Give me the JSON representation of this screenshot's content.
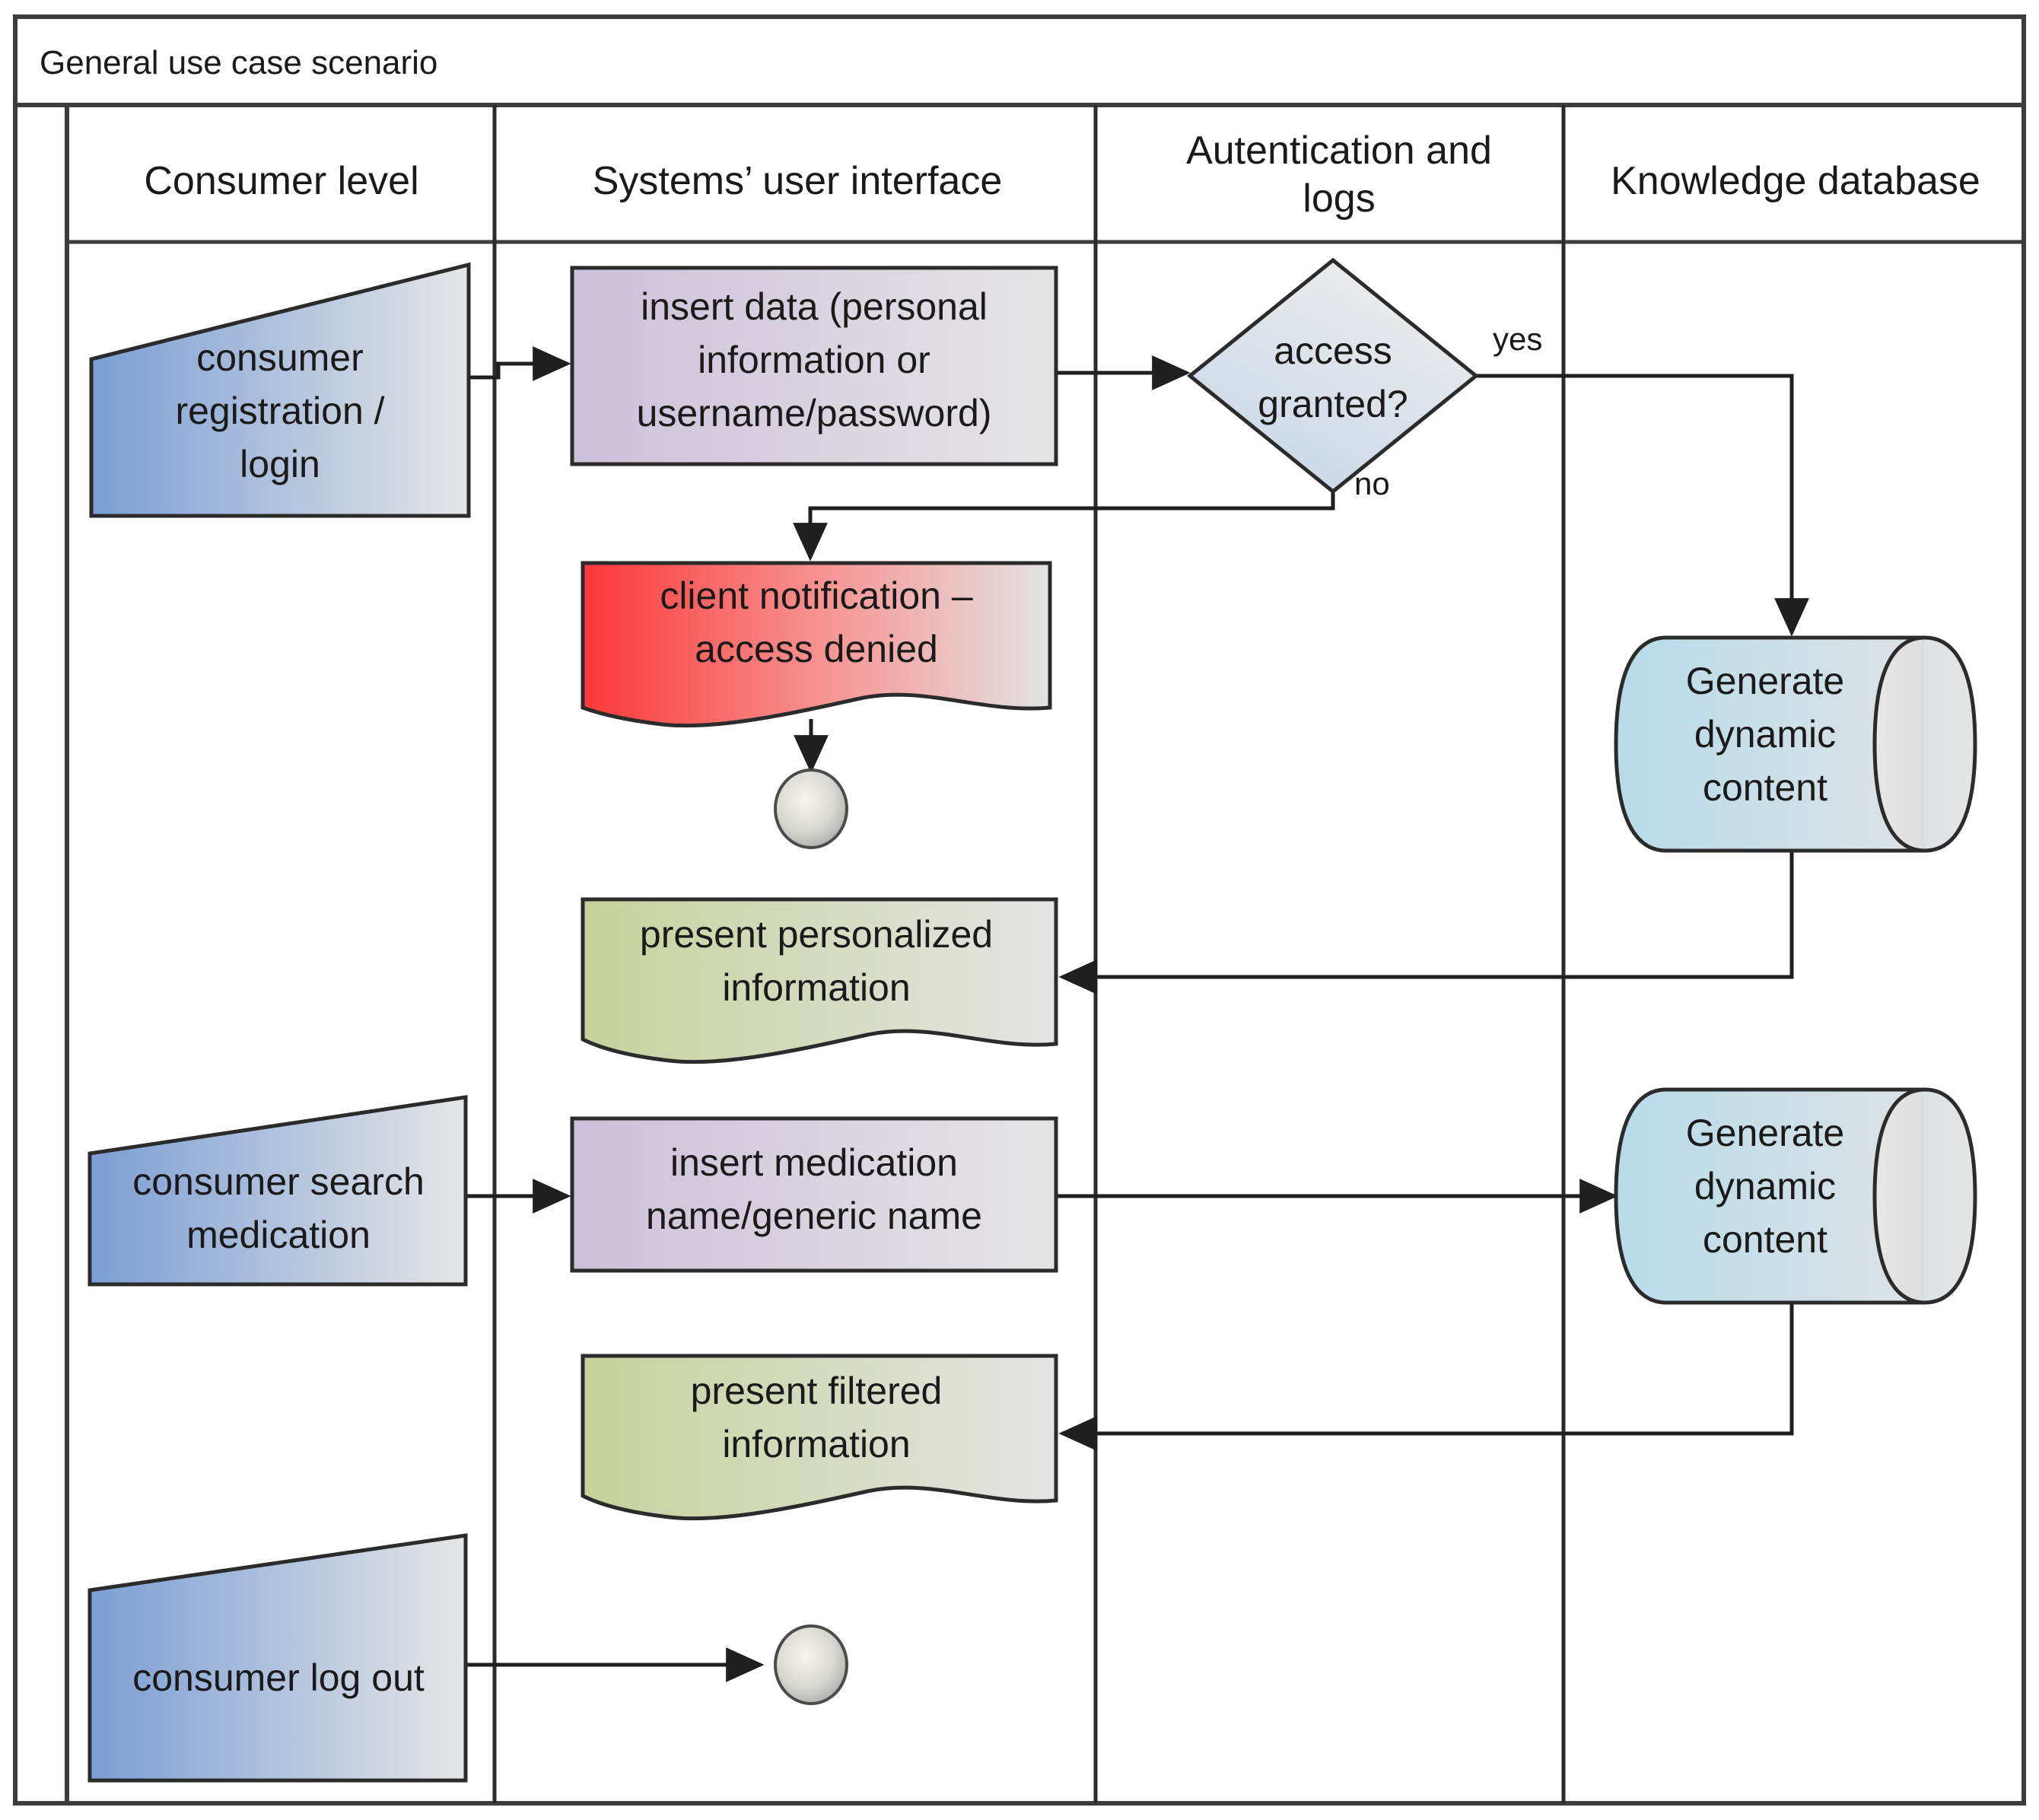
{
  "diagram": {
    "type": "swimlane-flowchart",
    "pool_title": "General use case scenario",
    "lanes": [
      {
        "id": "consumer",
        "label": "Consumer level"
      },
      {
        "id": "ui",
        "label": "Systems’ user interface"
      },
      {
        "id": "auth",
        "label": "Autentication and logs"
      },
      {
        "id": "kdb",
        "label": "Knowledge database"
      }
    ],
    "nodes": [
      {
        "id": "n1",
        "lane": "consumer",
        "shape": "trapezoid",
        "label": "consumer registration / login",
        "fill_from": "#7b9ed4",
        "fill_to": "#e3e3e3"
      },
      {
        "id": "n2",
        "lane": "ui",
        "shape": "rectangle",
        "label": "insert data (personal information or username/password)",
        "fill_from": "#cfc2da",
        "fill_to": "#e3e3e3"
      },
      {
        "id": "n3",
        "lane": "auth",
        "shape": "diamond",
        "label": "access granted?",
        "fill_from": "#c7d6e8",
        "fill_to": "#e8e8e8"
      },
      {
        "id": "n4",
        "lane": "ui",
        "shape": "document",
        "label": "client notification – access denied",
        "fill_from": "#fb3b3b",
        "fill_to": "#e3e3e3"
      },
      {
        "id": "n5",
        "lane": "ui",
        "shape": "sphere-end",
        "label": "",
        "fill_from": "#f2f2ea",
        "fill_to": "#9a9a9a"
      },
      {
        "id": "n6",
        "lane": "ui",
        "shape": "document",
        "label": "present personalized information",
        "fill_from": "#c6d29b",
        "fill_to": "#e3e3e3"
      },
      {
        "id": "n7",
        "lane": "kdb",
        "shape": "database",
        "label": "Generate dynamic content",
        "fill_from": "#b9dcea",
        "fill_to": "#e3e3e3"
      },
      {
        "id": "n8",
        "lane": "consumer",
        "shape": "trapezoid",
        "label": "consumer search medication",
        "fill_from": "#7b9ed4",
        "fill_to": "#e3e3e3"
      },
      {
        "id": "n9",
        "lane": "ui",
        "shape": "rectangle",
        "label": "insert medication name/generic name",
        "fill_from": "#cfc2da",
        "fill_to": "#e3e3e3"
      },
      {
        "id": "n10",
        "lane": "kdb",
        "shape": "database",
        "label": "Generate dynamic content",
        "fill_from": "#b9dcea",
        "fill_to": "#e3e3e3"
      },
      {
        "id": "n11",
        "lane": "ui",
        "shape": "document",
        "label": "present filtered information",
        "fill_from": "#c6d29b",
        "fill_to": "#e3e3e3"
      },
      {
        "id": "n12",
        "lane": "consumer",
        "shape": "trapezoid",
        "label": "consumer log out",
        "fill_from": "#7b9ed4",
        "fill_to": "#e3e3e3"
      },
      {
        "id": "n13",
        "lane": "ui",
        "shape": "sphere-end",
        "label": "",
        "fill_from": "#f2f2ea",
        "fill_to": "#9a9a9a"
      }
    ],
    "edge_labels": {
      "yes": "yes",
      "no": "no"
    },
    "edges": [
      {
        "from": "n1",
        "to": "n2",
        "label": ""
      },
      {
        "from": "n2",
        "to": "n3",
        "label": ""
      },
      {
        "from": "n3",
        "to": "n7",
        "label": "yes"
      },
      {
        "from": "n3",
        "to": "n4",
        "label": "no"
      },
      {
        "from": "n4",
        "to": "n5",
        "label": ""
      },
      {
        "from": "n7",
        "to": "n6",
        "label": ""
      },
      {
        "from": "n8",
        "to": "n9",
        "label": ""
      },
      {
        "from": "n9",
        "to": "n10",
        "label": ""
      },
      {
        "from": "n10",
        "to": "n11",
        "label": ""
      },
      {
        "from": "n12",
        "to": "n13",
        "label": ""
      }
    ],
    "colors": {
      "line": "#1f1f1f",
      "frame": "#3d3d3d",
      "text": "#1a1a1a",
      "connector": "#2b2b2b"
    }
  }
}
